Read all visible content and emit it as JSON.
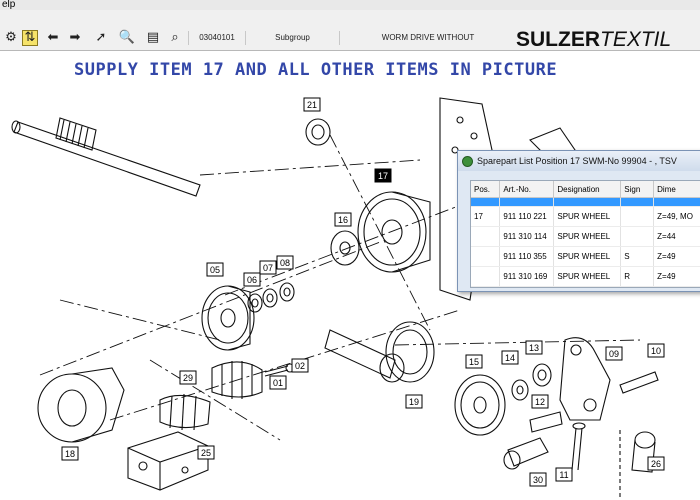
{
  "menubar": {
    "label": "elp"
  },
  "toolbar": {
    "icons": [
      "tool-icon",
      "refresh-icon",
      "back-arrow-icon",
      "forward-arrow-icon",
      "pointer-icon",
      "zoom-icon",
      "pen-icon",
      "document-icon",
      "binoculars-icon"
    ],
    "fields": {
      "number": "03040101",
      "subgroup": "Subgroup",
      "description": "WORM DRIVE WITHOUT"
    },
    "brand": {
      "bold": "SULZER",
      "light": "TEXTIL"
    }
  },
  "banner": {
    "text": "SUPPLY ITEM 17 AND ALL OTHER ITEMS IN PICTURE"
  },
  "callouts": [
    "21",
    "17",
    "16",
    "05",
    "06",
    "07",
    "08",
    "02",
    "01",
    "29",
    "18",
    "25",
    "19",
    "15",
    "14",
    "13",
    "12",
    "09",
    "10",
    "11",
    "30",
    "26"
  ],
  "dialog": {
    "title": "Sparepart List Position 17 SWM-No 99904 - , TSV",
    "columns": [
      "Pos.",
      "Art.-No.",
      "Designation",
      "Sign",
      "Dime"
    ],
    "rows": [
      {
        "pos": "17",
        "art": "911 110 221",
        "designation": "SPUR WHEEL",
        "sign": "",
        "dim": "Z=49, MO"
      },
      {
        "pos": "",
        "art": "911 310 114",
        "designation": "SPUR WHEEL",
        "sign": "",
        "dim": "Z=44"
      },
      {
        "pos": "",
        "art": "911 110 355",
        "designation": "SPUR WHEEL",
        "sign": "S",
        "dim": "Z=49"
      },
      {
        "pos": "",
        "art": "911 310 169",
        "designation": "SPUR WHEEL",
        "sign": "R",
        "dim": "Z=49"
      }
    ]
  }
}
